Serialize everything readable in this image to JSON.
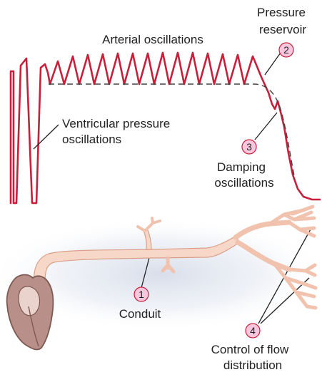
{
  "labels": {
    "arterial_oscillations": "Arterial oscillations",
    "pressure_reservoir_line1": "Pressure",
    "pressure_reservoir_line2": "reservoir",
    "ventricular_line1": "Ventricular pressure",
    "ventricular_line2": "oscillations",
    "damping_line1": "Damping",
    "damping_line2": "oscillations",
    "conduit": "Conduit",
    "control_line1": "Control of flow",
    "control_line2": "distribution"
  },
  "markers": {
    "m1": "1",
    "m2": "2",
    "m3": "3",
    "m4": "4"
  },
  "colors": {
    "pressure_curve": "#c8203a",
    "mean_line": "#444444",
    "vessel_fill": "#f7d7c8",
    "vessel_stroke": "#d9a089",
    "heart_fill": "#b89089",
    "heart_stroke": "#7e5952",
    "marker_fill": "#f9c7dd",
    "marker_stroke": "#c8203a",
    "background_glow": "#dfe4ee"
  }
}
